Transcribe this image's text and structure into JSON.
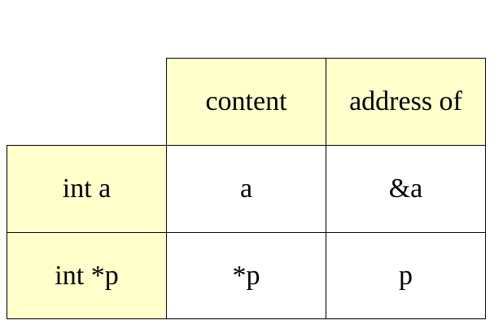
{
  "table": {
    "columns": [
      "content",
      "address of"
    ],
    "rows": [
      {
        "label": "int a",
        "cells": [
          "a",
          "&a"
        ]
      },
      {
        "label": "int *p",
        "cells": [
          "*p",
          "p"
        ]
      }
    ]
  },
  "colors": {
    "header_fill": "#ffffcc",
    "cell_fill": "#ffffff",
    "border": "#000000"
  }
}
